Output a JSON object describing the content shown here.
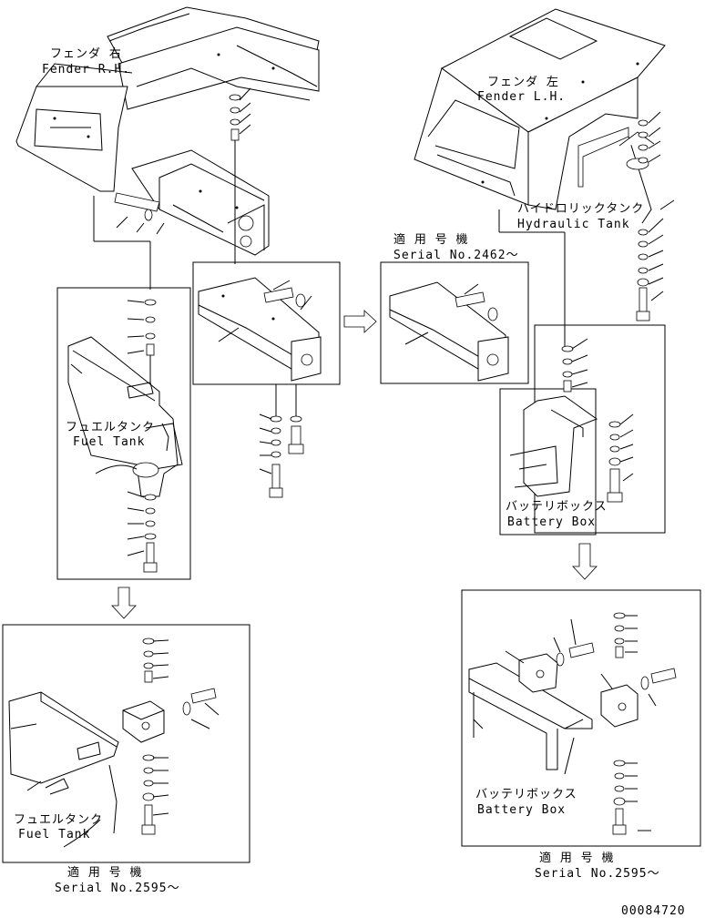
{
  "labels": {
    "fender_rh_jp": "フェンダ 右",
    "fender_rh_en": "Fender R.H.",
    "fender_lh_jp": "フェンダ 左",
    "fender_lh_en": "Fender L.H.",
    "hyd_tank_jp": "ハイドロリックタンク",
    "hyd_tank_en": "Hydraulic Tank",
    "fuel_tank_jp": "フュエルタンク",
    "fuel_tank_en": "Fuel Tank",
    "fuel_tank_jp_2": "フュエルタンク",
    "fuel_tank_en_2": "Fuel Tank",
    "battery_box_jp": "バッテリボックス",
    "battery_box_en": "Battery Box",
    "battery_box_jp_2": "バッテリボックス",
    "battery_box_en_2": "Battery Box",
    "serial_jp_1": "適 用 号 機",
    "serial_en_1": "Serial No.2462～",
    "serial_jp_2": "適 用 号 機",
    "serial_en_2": "Serial No.2595～",
    "serial_jp_3": "適 用 号 機",
    "serial_en_3": "Serial No.2595～",
    "drawing_no": "00084720"
  }
}
